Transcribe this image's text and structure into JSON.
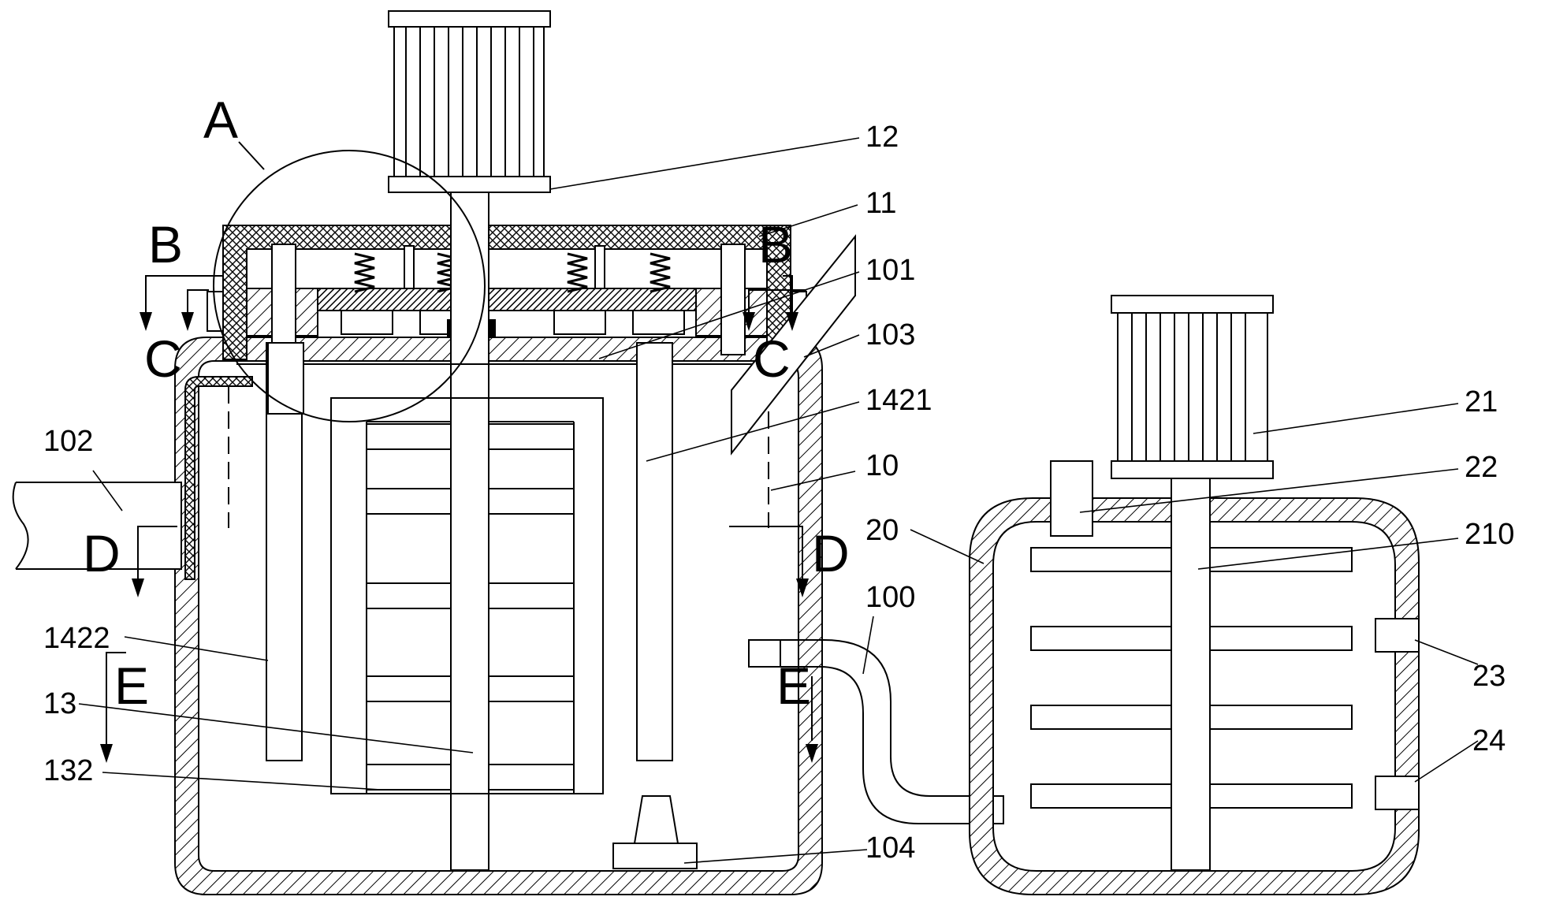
{
  "diagram": {
    "labels": {
      "A": "A",
      "B": "B",
      "C": "C",
      "D": "D",
      "E": "E",
      "n10": "10",
      "n11": "11",
      "n12": "12",
      "n13": "13",
      "n20": "20",
      "n21": "21",
      "n22": "22",
      "n23": "23",
      "n24": "24",
      "n100": "100",
      "n101": "101",
      "n102": "102",
      "n103": "103",
      "n104": "104",
      "n132": "132",
      "n210": "210",
      "n1421": "1421",
      "n1422": "1422"
    }
  }
}
